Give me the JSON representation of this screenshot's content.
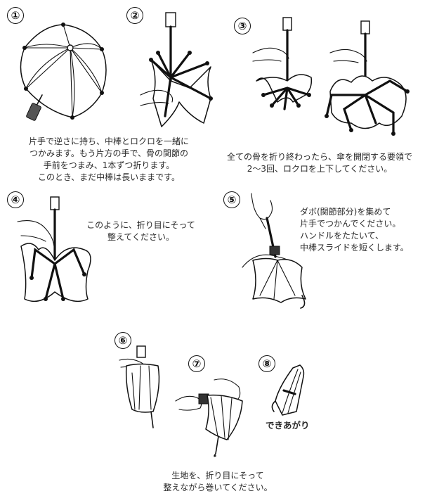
{
  "steps": [
    {
      "number": "①",
      "caption": "片手で逆さに持ち、中棒とロクロを一緒に\nつかみます。もう片方の手で、骨の関節の\n手前をつまみ、1本ずつ折ります。\nこのとき、まだ中棒は長いままです。"
    },
    {
      "number": "②",
      "caption": ""
    },
    {
      "number": "③",
      "caption": "全ての骨を折り終わったら、傘を開閉する要領で\n2～3回、ロクロを上下してください。"
    },
    {
      "number": "④",
      "caption": "このように、折り目にそって\n整えてください。"
    },
    {
      "number": "⑤",
      "caption": "ダボ(関節部分)を集めて\n片手でつかんでください。\nハンドルをたたいて、\n中棒スライドを短くします。"
    },
    {
      "number": "⑥",
      "caption": ""
    },
    {
      "number": "⑦",
      "caption": "生地を、折り目にそって\n整えながら巻いてください。"
    },
    {
      "number": "⑧",
      "caption": "できあがり"
    }
  ]
}
